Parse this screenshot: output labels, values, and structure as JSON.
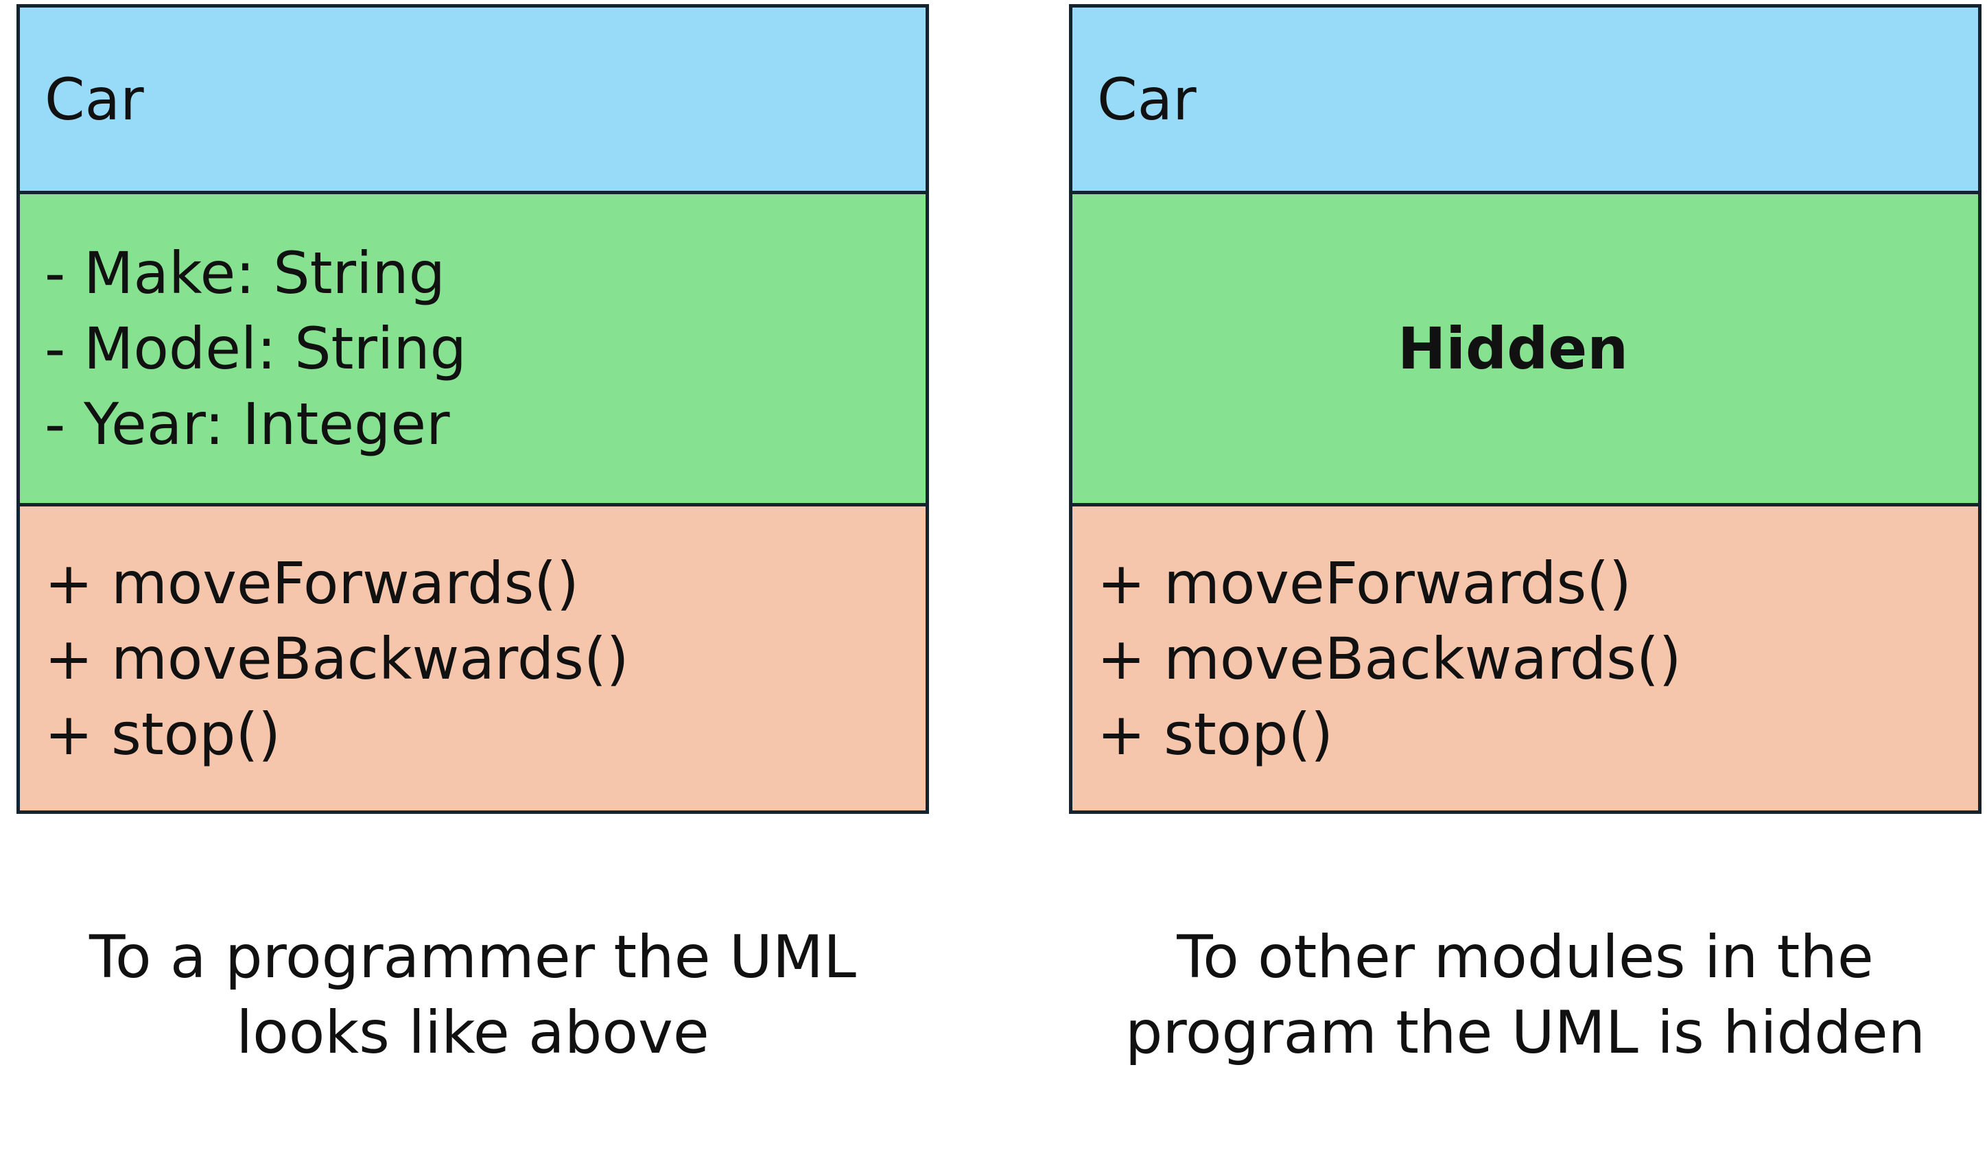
{
  "colors": {
    "name_fill": "#98dbf8",
    "attr_fill": "#86e290",
    "method_fill": "#f5c6ab",
    "border": "#15232e"
  },
  "left_class": {
    "name": "Car",
    "attributes": [
      "- Make: String",
      "- Model: String",
      "- Year: Integer"
    ],
    "methods": [
      "+ moveForwards()",
      "+ moveBackwards()",
      "+ stop()"
    ],
    "caption_lines": [
      "To a programmer the UML",
      "looks like above"
    ]
  },
  "right_class": {
    "name": "Car",
    "hidden_label": "Hidden",
    "methods": [
      "+ moveForwards()",
      "+ moveBackwards()",
      "+ stop()"
    ],
    "caption_lines": [
      "To other modules in the",
      "program the UML is hidden"
    ]
  }
}
